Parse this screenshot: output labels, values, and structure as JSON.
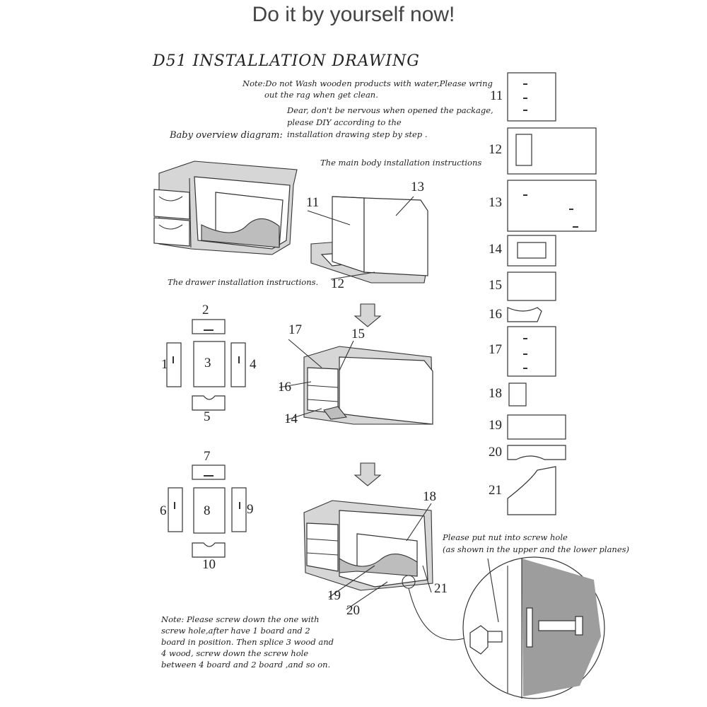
{
  "title": "Do it by yourself now!",
  "heading": "D51  INSTALLATION DRAWING",
  "notes": {
    "wash_line1": "Note:Do not Wash wooden products with water,Please wring",
    "wash_line2": "out the rag when get clean.",
    "nervous_line1": "Dear, don't be nervous when opened the package,",
    "nervous_line2": "please DIY according to the",
    "nervous_line3": "installation drawing step by step .",
    "overview": "Baby overview diagram:",
    "main_body": "The main body installation instructions",
    "drawer": "The drawer installation instructions.",
    "nut": "Please put nut into screw hole",
    "nut_sub": "(as shown in the upper and the lower planes)",
    "screw_line1": "Note: Please screw down the one with",
    "screw_line2": "screw hole,after have 1 board and 2",
    "screw_line3": "board in position. Then splice 3 wood and",
    "screw_line4": "4 wood, screw down the screw hole",
    "screw_line5": "between 4 board and 2 board ,and so on."
  },
  "labels": {
    "n1": "1",
    "n2": "2",
    "n3": "3",
    "n4": "4",
    "n5": "5",
    "n6": "6",
    "n7": "7",
    "n8": "8",
    "n9": "9",
    "n10": "10",
    "n11": "11",
    "n12": "12",
    "n13": "13",
    "n14": "14",
    "n15": "15",
    "n16": "16",
    "n17": "17",
    "n18": "18",
    "n19": "19",
    "n20": "20",
    "n21": "21"
  }
}
